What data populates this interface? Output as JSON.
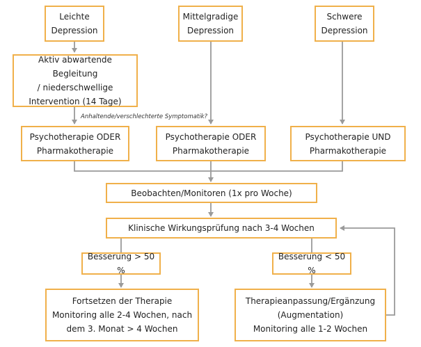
{
  "boxes": {
    "leichte": "Leichte\nDepression",
    "mittelgradige": "Mittelgradige\nDepression",
    "schwere": "Schwere\nDepression",
    "begleitung": "Aktiv abwartende Begleitung\n/ niederschwellige\nIntervention (14 Tage)",
    "psycho_oder_1": "Psychotherapie ODER\nPharmakotherapie",
    "psycho_oder_2": "Psychotherapie ODER\nPharmakotherapie",
    "psycho_und": "Psychotherapie UND\nPharmakotherapie",
    "beobachten": "Beobachten/Monitoren (1x pro Woche)",
    "wirkungspruefung": "Klinische Wirkungsprüfung nach 3-4 Wochen",
    "besserung_gt": "Besserung > 50 %",
    "besserung_lt": "Besserung < 50 %",
    "fortsetzen": "Fortsetzen der Therapie\nMonitoring alle 2-4 Wochen, nach\ndem 3. Monat > 4 Wochen",
    "anpassung": "Therapieanpassung/Ergänzung\n(Augmentation)\nMonitoring alle 1-2 Wochen"
  },
  "annotation": "Anhaltende/verschlechterte Symptomatik?",
  "colors": {
    "box_border": "#f0b04a",
    "line": "#9a9a9a",
    "text": "#222222"
  }
}
